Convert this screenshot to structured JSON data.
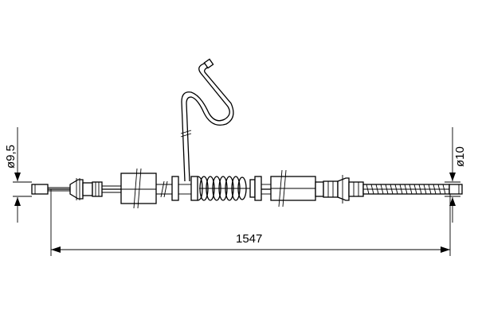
{
  "dimensions": {
    "length": "1547",
    "left_diameter": "ø9,5",
    "right_diameter": "ø10"
  },
  "colors": {
    "line": "#000000",
    "background": "#ffffff"
  }
}
